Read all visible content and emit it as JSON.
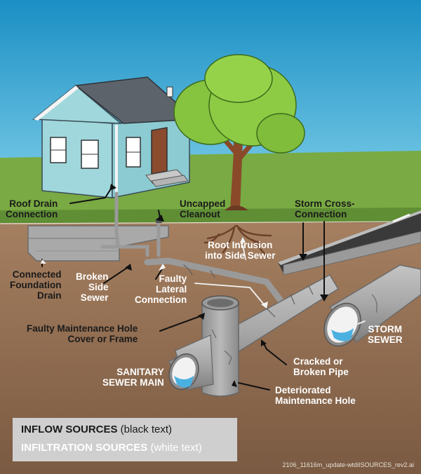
{
  "labels": {
    "roof_drain": [
      "Roof Drain",
      "Connection"
    ],
    "uncapped_cleanout": [
      "Uncapped",
      "Cleanout"
    ],
    "storm_cross": [
      "Storm Cross-",
      "Connection"
    ],
    "root_intrusion": [
      "Root Intrusion",
      "into Side Sewer"
    ],
    "connected_foundation": [
      "Connected",
      "Foundation",
      "Drain"
    ],
    "broken_side": [
      "Broken",
      "Side",
      "Sewer"
    ],
    "faulty_lateral": [
      "Faulty",
      "Lateral",
      "Connection"
    ],
    "faulty_mh": [
      "Faulty Maintenance Hole",
      "Cover or Frame"
    ],
    "storm_sewer": [
      "STORM",
      "SEWER"
    ],
    "cracked_pipe": [
      "Cracked or",
      "Broken Pipe"
    ],
    "sanitary_main": [
      "SANITARY",
      "SEWER MAIN"
    ],
    "deteriorated_mh": [
      "Deteriorated",
      "Maintenance Hole"
    ]
  },
  "legend": {
    "inflow": {
      "strong": "INFLOW SOURCES",
      "rest": " (black text)"
    },
    "infiltration": {
      "strong": "INFILTRATION SOURCES",
      "rest": " (white text)"
    }
  },
  "filename": "2106_11616m_update-wtdiISOURCES_rev2.ai",
  "colors": {
    "sky": "#3aa0c8",
    "grass": "#78a842",
    "soil": "#8a6a4f",
    "house": "#9fd7dc",
    "roof": "#5a5f66",
    "tree_leaves": "#86c33f",
    "pipe": "#a0a0a0",
    "water": "#4ab0e0",
    "road": "#3c3c3c",
    "legend_box": "#cfcfcf"
  }
}
